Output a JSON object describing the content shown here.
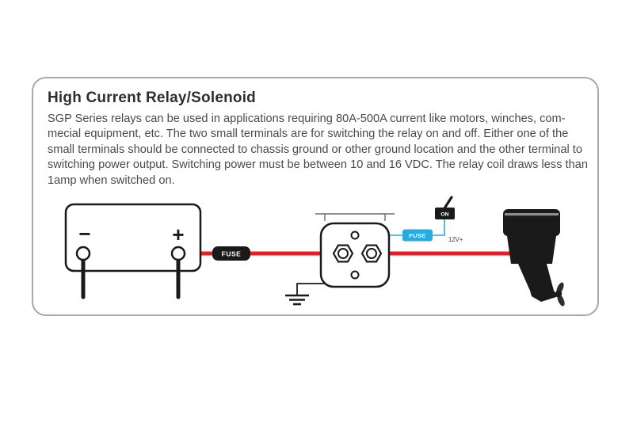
{
  "panel": {
    "title": "High Current Relay/Solenoid",
    "description": "SGP Series relays can be used in applications requiring 80A-500A current like motors, winches, com-mecial equipment, etc. The two small terminals are for switching the relay on and off. Either one of the small terminals should be connected to chassis ground or other ground location and the other terminal to switching power output. Switching power must be between 10 and 16 VDC. The relay coil draws less than 1amp when switched on."
  },
  "diagram": {
    "battery": {
      "minus_label": "−",
      "plus_label": "+"
    },
    "main_fuse_label": "FUSE",
    "switch_fuse_label": "FUSE",
    "switch_label": "ON",
    "switch_voltage_label": "12V+",
    "colors": {
      "power_wire": "#ed1c24",
      "signal_wire": "#29abe2",
      "outline": "#1a1a1a",
      "panel_border": "#a6a8ab"
    }
  }
}
